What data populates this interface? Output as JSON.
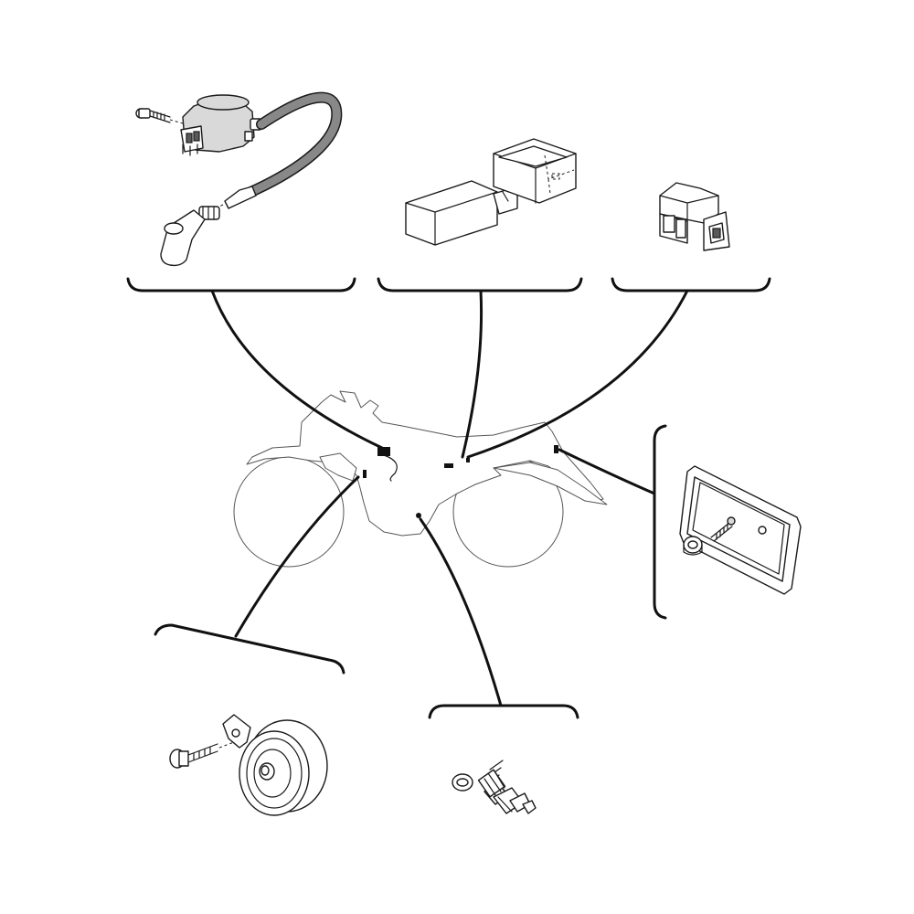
{
  "diagram": {
    "type": "motorcycle electrical component location diagram",
    "components": [
      {
        "name": "ignition-coil",
        "icon": "ignition-coil-with-spark-plug-cap-icon"
      },
      {
        "name": "cdi-unit",
        "icon": "cdi-unit-with-rubber-cover-icon"
      },
      {
        "name": "relay",
        "icon": "relay-icon"
      },
      {
        "name": "rectifier-regulator",
        "icon": "rectifier-regulator-icon"
      },
      {
        "name": "horn",
        "icon": "horn-icon"
      },
      {
        "name": "neutral-switch",
        "icon": "neutral-switch-icon"
      }
    ],
    "colors": {
      "line": "#111111",
      "part_fill": "#d9d9d9",
      "bike_outline": "#555555",
      "background": "#ffffff"
    }
  }
}
